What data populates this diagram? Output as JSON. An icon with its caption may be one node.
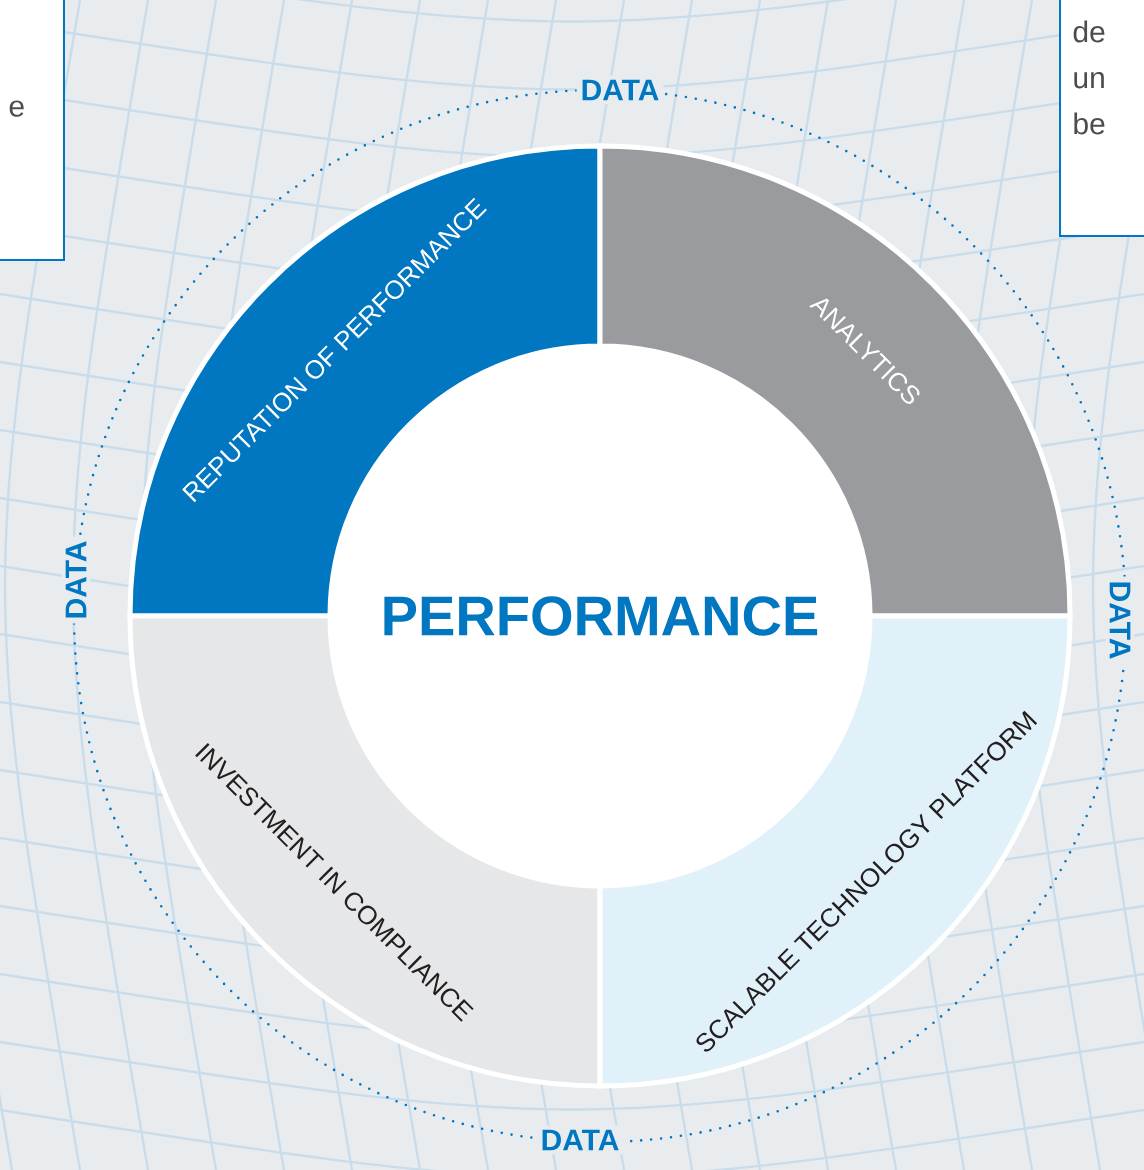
{
  "diagram": {
    "nodes": [
      {
        "text": [
          "e"
        ]
      },
      {
        "text": [
          "de un be"
        ]
      },
      {
        "text": [
          "REPUTATION OF PERFORMANCE"
        ]
      },
      {
        "text": [
          "ANALYTICS"
        ]
      },
      {
        "text": [
          "PERFORMANCE"
        ]
      },
      {
        "text": [
          "INVESTMENT IN COMPLIANCE"
        ]
      },
      {
        "text": [
          "SCALABLE TECHNOLOGY PLATFORM"
        ]
      }
    ],
    "labels": [
      "DATA",
      "DATA",
      "DATA",
      "DATA"
    ]
  }
}
